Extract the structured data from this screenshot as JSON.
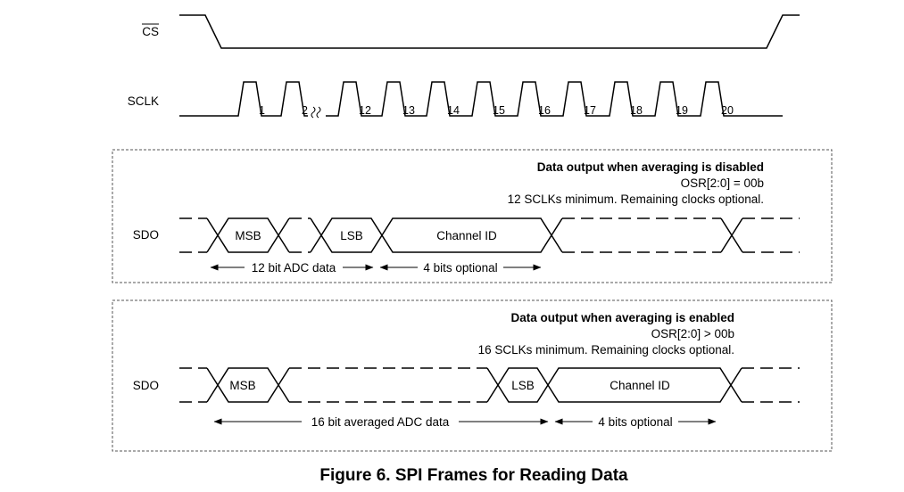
{
  "signals": {
    "cs": "CS",
    "sclk": "SCLK",
    "sdo": "SDO"
  },
  "sclk_pulse_labels": [
    "1",
    "2",
    "12",
    "13",
    "14",
    "15",
    "16",
    "17",
    "18",
    "19",
    "20"
  ],
  "frame_disabled": {
    "title": "Data output when averaging is disabled",
    "osr": "OSR[2:0] = 00b",
    "note": "12 SCLKs minimum. Remaining clocks optional.",
    "msb": "MSB",
    "lsb": "LSB",
    "channel_id": "Channel ID",
    "span_data": "12 bit ADC data",
    "span_optional": "4 bits optional"
  },
  "frame_enabled": {
    "title": "Data output when averaging is enabled",
    "osr": "OSR[2:0] > 00b",
    "note": "16 SCLKs minimum. Remaining clocks optional.",
    "msb": "MSB",
    "lsb": "LSB",
    "channel_id": "Channel ID",
    "span_data": "16 bit averaged ADC data",
    "span_optional": "4 bits optional"
  },
  "caption": "Figure 6.  SPI Frames for Reading Data"
}
